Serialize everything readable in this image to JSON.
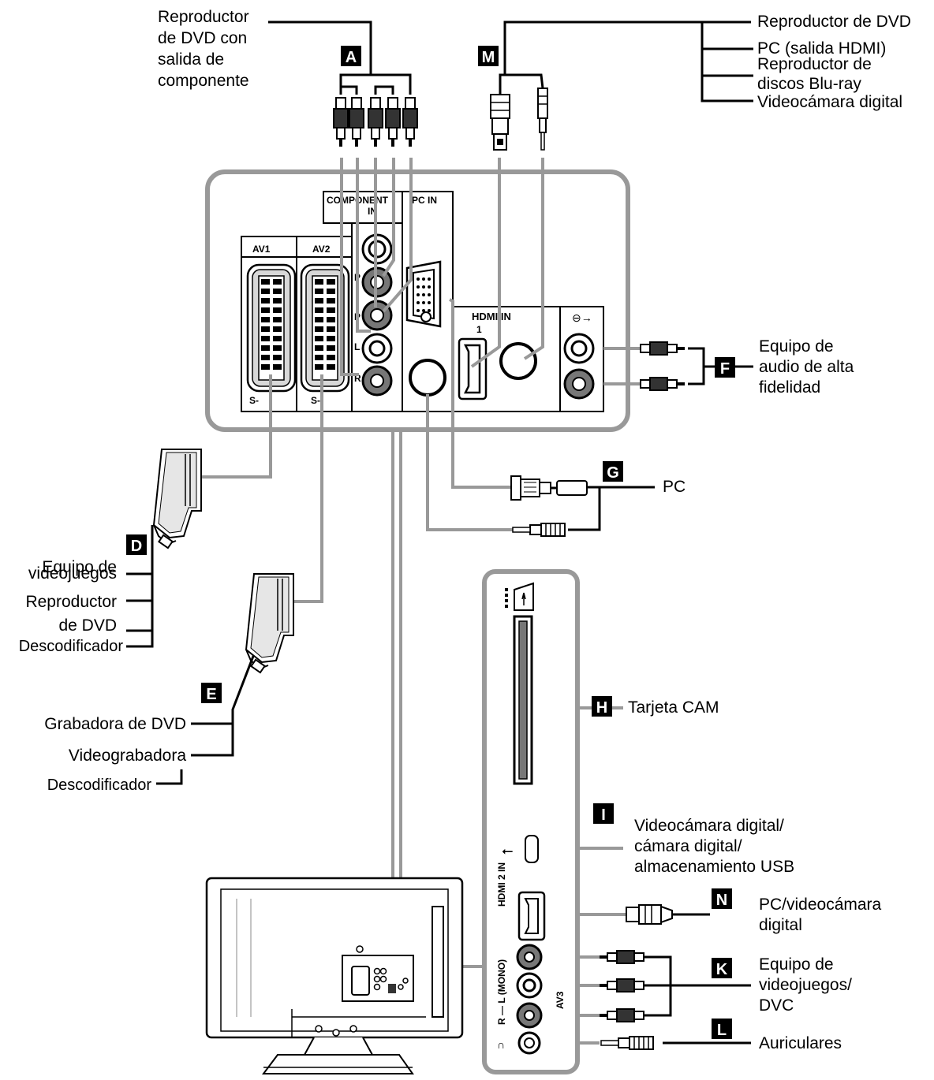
{
  "badges": {
    "A": "A",
    "M": "M",
    "F": "F",
    "G": "G",
    "D": "D",
    "E": "E",
    "H": "H",
    "I": "I",
    "N": "N",
    "K": "K",
    "L": "L"
  },
  "labels": {
    "dvd_component": [
      "Reproductor",
      "de DVD con",
      "salida de",
      "componente"
    ],
    "dvd_player": "Reproductor de DVD",
    "pc_hdmi": "PC (salida HDMI)",
    "bluray": [
      "Reproductor de",
      "discos Blu-ray"
    ],
    "digital_camcorder": "Videocámara digital",
    "hifi": [
      "Equipo de",
      "audio de alta",
      "fidelidad"
    ],
    "pc": "PC",
    "d_group": [
      "Equipo de",
      "videojuegos",
      "Reproductor",
      "de DVD",
      "Descodificador"
    ],
    "e_group": [
      "Grabadora de DVD",
      "Videograbadora",
      "Descodificador"
    ],
    "cam": "Tarjeta CAM",
    "usb": [
      "Videocámara digital/",
      "cámara digital/",
      "almacenamiento USB"
    ],
    "pc_camcorder": [
      "PC/videocámara",
      "digital"
    ],
    "games_dvc": [
      "Equipo de",
      "videojuegos/",
      "DVC"
    ],
    "headphones": "Auriculares"
  },
  "panel": {
    "component": "COMPONENT",
    "component_in": "IN",
    "pc_in": "PC IN",
    "av1": "AV1",
    "av2": "AV2",
    "hdmi1": "HDMI IN",
    "hdmi1_num": "1",
    "letter_l": "L",
    "letter_r": "R",
    "pb": "P",
    "pr": "P",
    "s_label": "S-",
    "hdmi2": "HDMI 2 IN",
    "av3": "AV3",
    "av3_side": "R — L (MONO)"
  }
}
